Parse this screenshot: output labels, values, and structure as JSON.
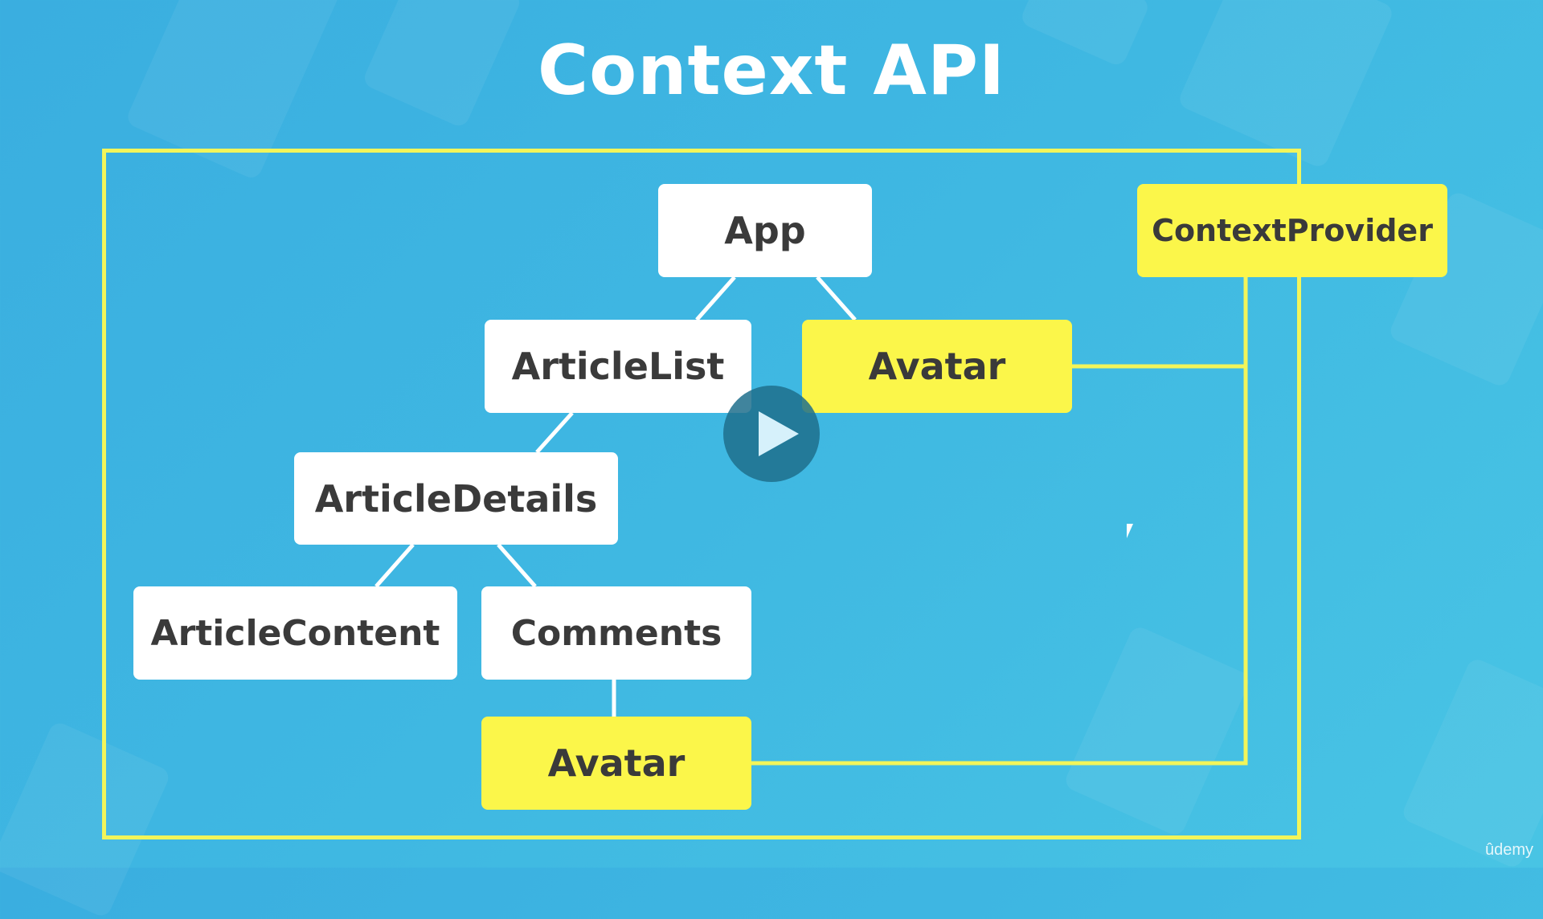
{
  "title": "Context API",
  "nodes": {
    "app": "App",
    "article_list": "ArticleList",
    "avatar_top": "Avatar",
    "article_details": "ArticleDetails",
    "article_content": "ArticleContent",
    "comments": "Comments",
    "avatar_bottom": "Avatar",
    "context_provider": "ContextProvider"
  },
  "watermark": "ûdemy",
  "colors": {
    "background": "#3fb6e2",
    "frame": "#f2f55a",
    "highlight_node": "#fbf64a",
    "plain_node": "#ffffff",
    "node_text": "#3a3a3a"
  },
  "icons": {
    "play": "play-icon",
    "cursor": "mouse-cursor-icon"
  }
}
